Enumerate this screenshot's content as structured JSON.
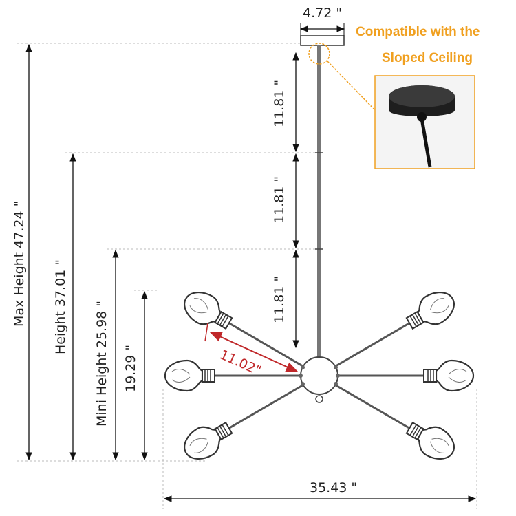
{
  "dimensions": {
    "canopy_width": "4.72 \"",
    "rod_1": "11.81 \"",
    "rod_2": "11.81 \"",
    "rod_3": "11.81 \"",
    "max_height": "Max Height  47.24 \"",
    "height": "Height  37.01 \"",
    "mini_height": "Mini Height  25.98 \"",
    "body_height": "19.29 \"",
    "arm_length": "11.02\"",
    "total_width": "35.43 \""
  },
  "callout": {
    "line1": "Compatible with the",
    "line2": "Sloped Ceiling"
  },
  "colors": {
    "callout": "#f0a020",
    "arm_dimension": "#c0282a",
    "fixture": "#555555",
    "dimension_lines": "#222222"
  },
  "icons": {
    "arrow": "arrowhead",
    "bulb": "edison-bulb-outline"
  }
}
